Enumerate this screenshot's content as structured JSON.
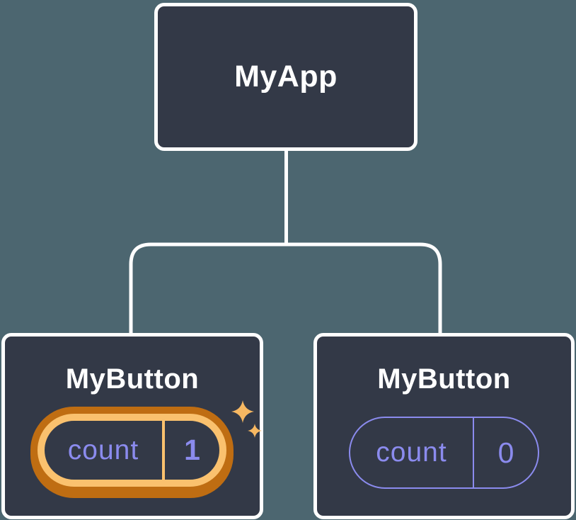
{
  "diagram": {
    "title_hint": "React component tree with isolated state",
    "background_color": "#4c6670",
    "node_fill_color": "#333947",
    "node_border_color": "#ffffff",
    "accent_purple": "#8b8bee",
    "highlight_orange_light": "#fac16e",
    "highlight_orange_dark": "#bf6d12",
    "sparkle_color": "#f7b862",
    "root": {
      "label": "MyApp"
    },
    "children": [
      {
        "label": "MyButton",
        "state": {
          "label": "count",
          "value": "1"
        },
        "highlighted": true
      },
      {
        "label": "MyButton",
        "state": {
          "label": "count",
          "value": "0"
        },
        "highlighted": false
      }
    ]
  }
}
